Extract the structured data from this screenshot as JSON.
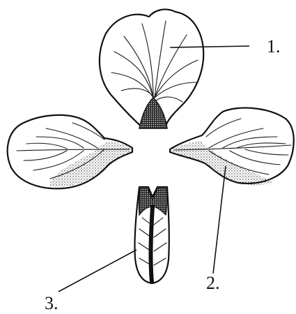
{
  "labels": {
    "one": "1.",
    "two": "2.",
    "three": "3."
  }
}
